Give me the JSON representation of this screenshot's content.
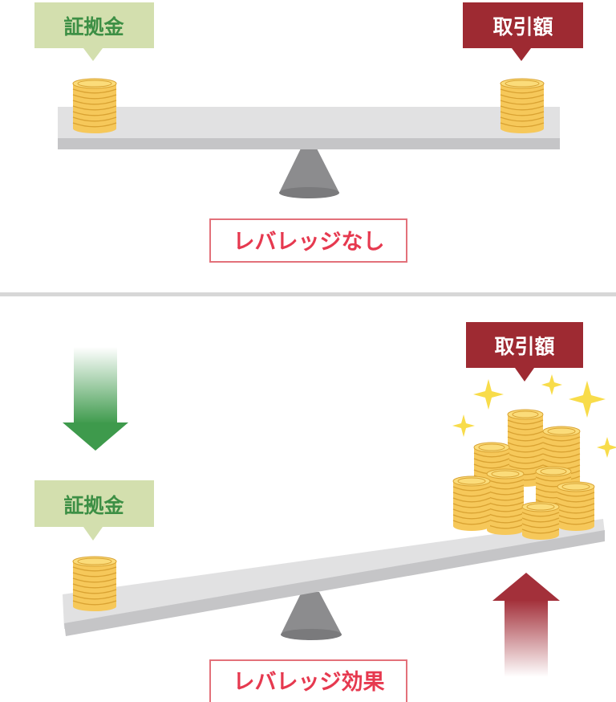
{
  "top_panel": {
    "margin_label": "証拠金",
    "trade_label": "取引額",
    "caption": "レバレッジなし"
  },
  "bottom_panel": {
    "margin_label": "証拠金",
    "trade_label": "取引額",
    "caption": "レバレッジ効果"
  },
  "colors": {
    "margin_bg": "#d3dfae",
    "margin_text": "#3d8f45",
    "trade_bg": "#9e2a32",
    "trade_text": "#ffffff",
    "caption_text": "#e6394f",
    "caption_border": "#e3717a",
    "plank": "#e1e1e2",
    "plank_edge": "#bdbdbf",
    "fulcrum": "#8c8c8e",
    "coin": "#f6c85a",
    "coin_stripe": "#d9a232",
    "sparkle": "#f8dc4a",
    "down_arrow": "#3e9a4c",
    "up_arrow": "#a3303a",
    "divider": "#d7d7d7"
  },
  "icons": {
    "down_arrow": "arrow-down-icon",
    "up_arrow": "arrow-up-icon",
    "sparkle": "sparkle-icon",
    "coin": "coin-stack-icon"
  }
}
